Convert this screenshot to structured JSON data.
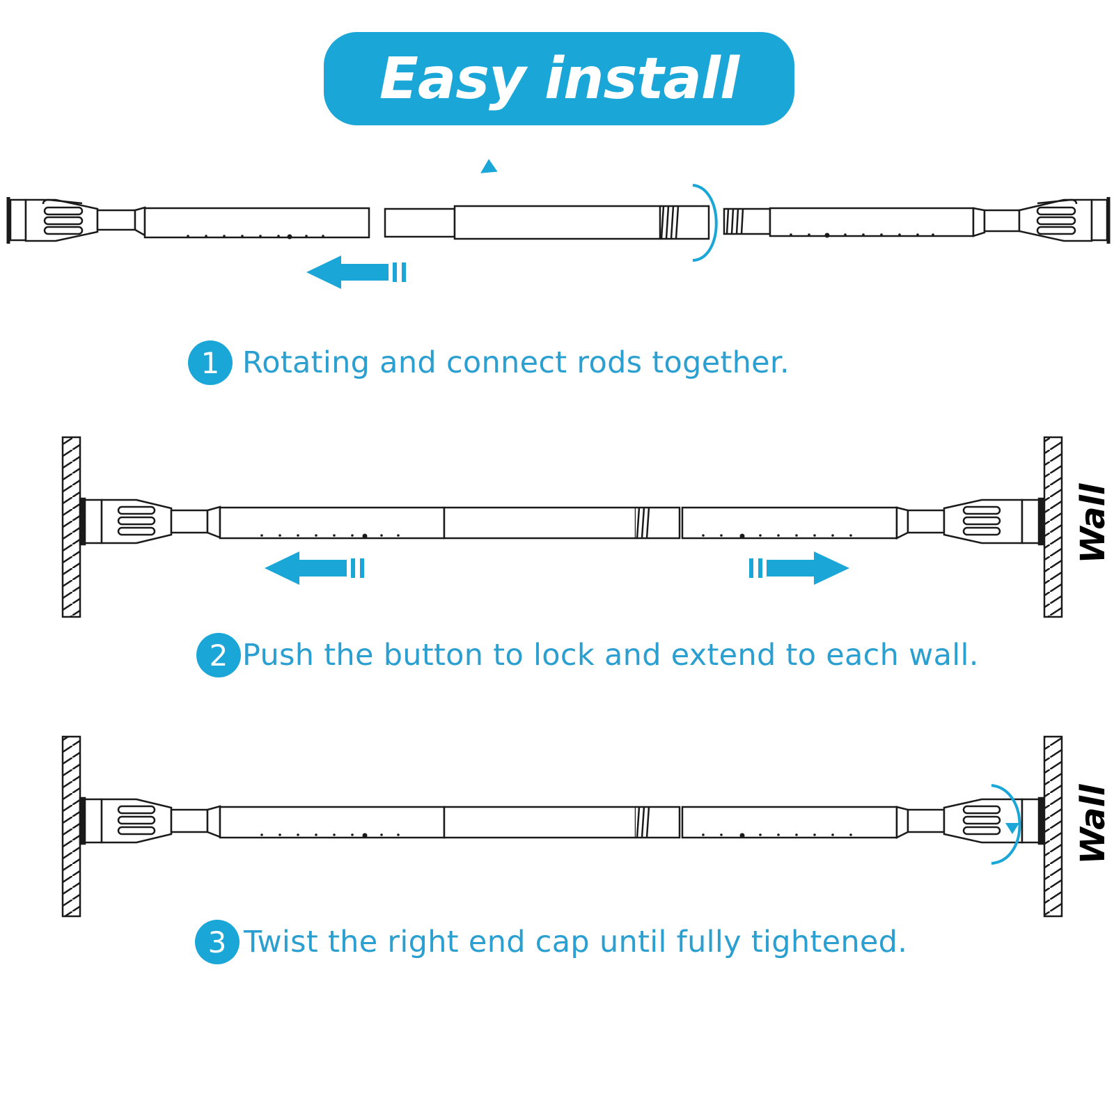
{
  "title": "Easy install",
  "colors": {
    "accent": "#1aa7d7",
    "line": "#1a1a1a",
    "text": "#2a9fd0"
  },
  "steps": [
    {
      "number": "1",
      "text": "Rotating and connect rods together."
    },
    {
      "number": "2",
      "text": "Push the button to lock and extend to each wall."
    },
    {
      "number": "3",
      "text": "Twist the right end cap until fully tightened."
    }
  ],
  "wall_label": "Wall"
}
